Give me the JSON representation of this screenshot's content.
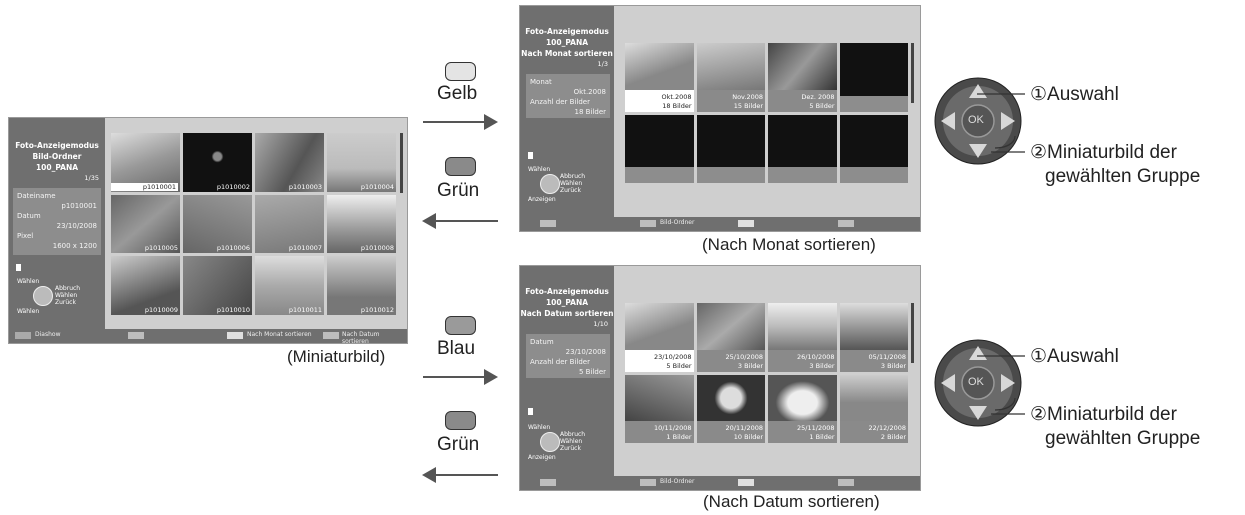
{
  "thumb_screen": {
    "title_lines": [
      "Foto-Anzeigemodus",
      "Bild-Ordner",
      "100_PANA",
      "1/35"
    ],
    "info": {
      "dateiname_label": "Dateiname",
      "dateiname_value": "p1010001",
      "datum_label": "Datum",
      "datum_value": "23/10/2008",
      "pixel_label": "Pixel",
      "pixel_value": "1600 x 1200"
    },
    "cells": [
      "p1010001",
      "p1010002",
      "p1010003",
      "p1010004",
      "p1010005",
      "p1010006",
      "p1010007",
      "p1010008",
      "p1010009",
      "p1010010",
      "p1010011",
      "p1010012"
    ],
    "nav": [
      "Wählen",
      "Abbruch",
      "Wählen",
      "Zurück",
      "Wählen"
    ],
    "bottom": {
      "k1": "Diashow",
      "k3": "Nach Monat sortieren",
      "k4": "Nach Datum sortieren"
    }
  },
  "caption_thumb": "(Miniaturbild)",
  "month_screen": {
    "title_lines": [
      "Foto-Anzeigemodus",
      "100_PANA",
      "Nach Monat sortieren",
      "1/3"
    ],
    "info": {
      "monat_label": "Monat",
      "monat_value": "Okt.2008",
      "anzahl_label": "Anzahl der Bilder",
      "anzahl_value": "18 Bilder"
    },
    "cells": [
      {
        "l1": "Okt.2008",
        "l2": "18 Bilder"
      },
      {
        "l1": "Nov.2008",
        "l2": "15 Bilder"
      },
      {
        "l1": "Dez. 2008",
        "l2": "5 Bilder"
      }
    ],
    "nav": [
      "Wählen",
      "Abbruch",
      "Wählen",
      "Zurück",
      "Anzeigen"
    ],
    "bottom": {
      "k2": "Bild-Ordner"
    }
  },
  "caption_month": "(Nach Monat sortieren)",
  "date_screen": {
    "title_lines": [
      "Foto-Anzeigemodus",
      "100_PANA",
      "Nach Datum sortieren",
      "1/10"
    ],
    "info": {
      "datum_label": "Datum",
      "datum_value": "23/10/2008",
      "anzahl_label": "Anzahl der Bilder",
      "anzahl_value": "5 Bilder"
    },
    "cells": [
      {
        "l1": "23/10/2008",
        "l2": "5 Bilder"
      },
      {
        "l1": "25/10/2008",
        "l2": "3 Bilder"
      },
      {
        "l1": "26/10/2008",
        "l2": "3 Bilder"
      },
      {
        "l1": "05/11/2008",
        "l2": "3 Bilder"
      },
      {
        "l1": "10/11/2008",
        "l2": "1 Bilder"
      },
      {
        "l1": "20/11/2008",
        "l2": "10 Bilder"
      },
      {
        "l1": "25/11/2008",
        "l2": "1 Bilder"
      },
      {
        "l1": "22/12/2008",
        "l2": "2 Bilder"
      }
    ],
    "nav": [
      "Wählen",
      "Abbruch",
      "Wählen",
      "Zurück",
      "Anzeigen"
    ],
    "bottom": {
      "k2": "Bild-Ordner"
    }
  },
  "caption_date": "(Nach Datum sortieren)",
  "buttons": {
    "gelb": {
      "label": "Gelb",
      "color": "#e4e4e4"
    },
    "gruen1": {
      "label": "Grün",
      "color": "#8a8a8a"
    },
    "blau": {
      "label": "Blau",
      "color": "#9a9a9a"
    },
    "gruen2": {
      "label": "Grün",
      "color": "#8a8a8a"
    }
  },
  "remote_top": {
    "ok": "OK",
    "auswahl": "①Auswahl",
    "mini1": "②Miniaturbild der",
    "mini2": "gewählten Gruppe"
  },
  "remote_bottom": {
    "ok": "OK",
    "auswahl": "①Auswahl",
    "mini1": "②Miniaturbild der",
    "mini2": "gewählten Gruppe"
  }
}
